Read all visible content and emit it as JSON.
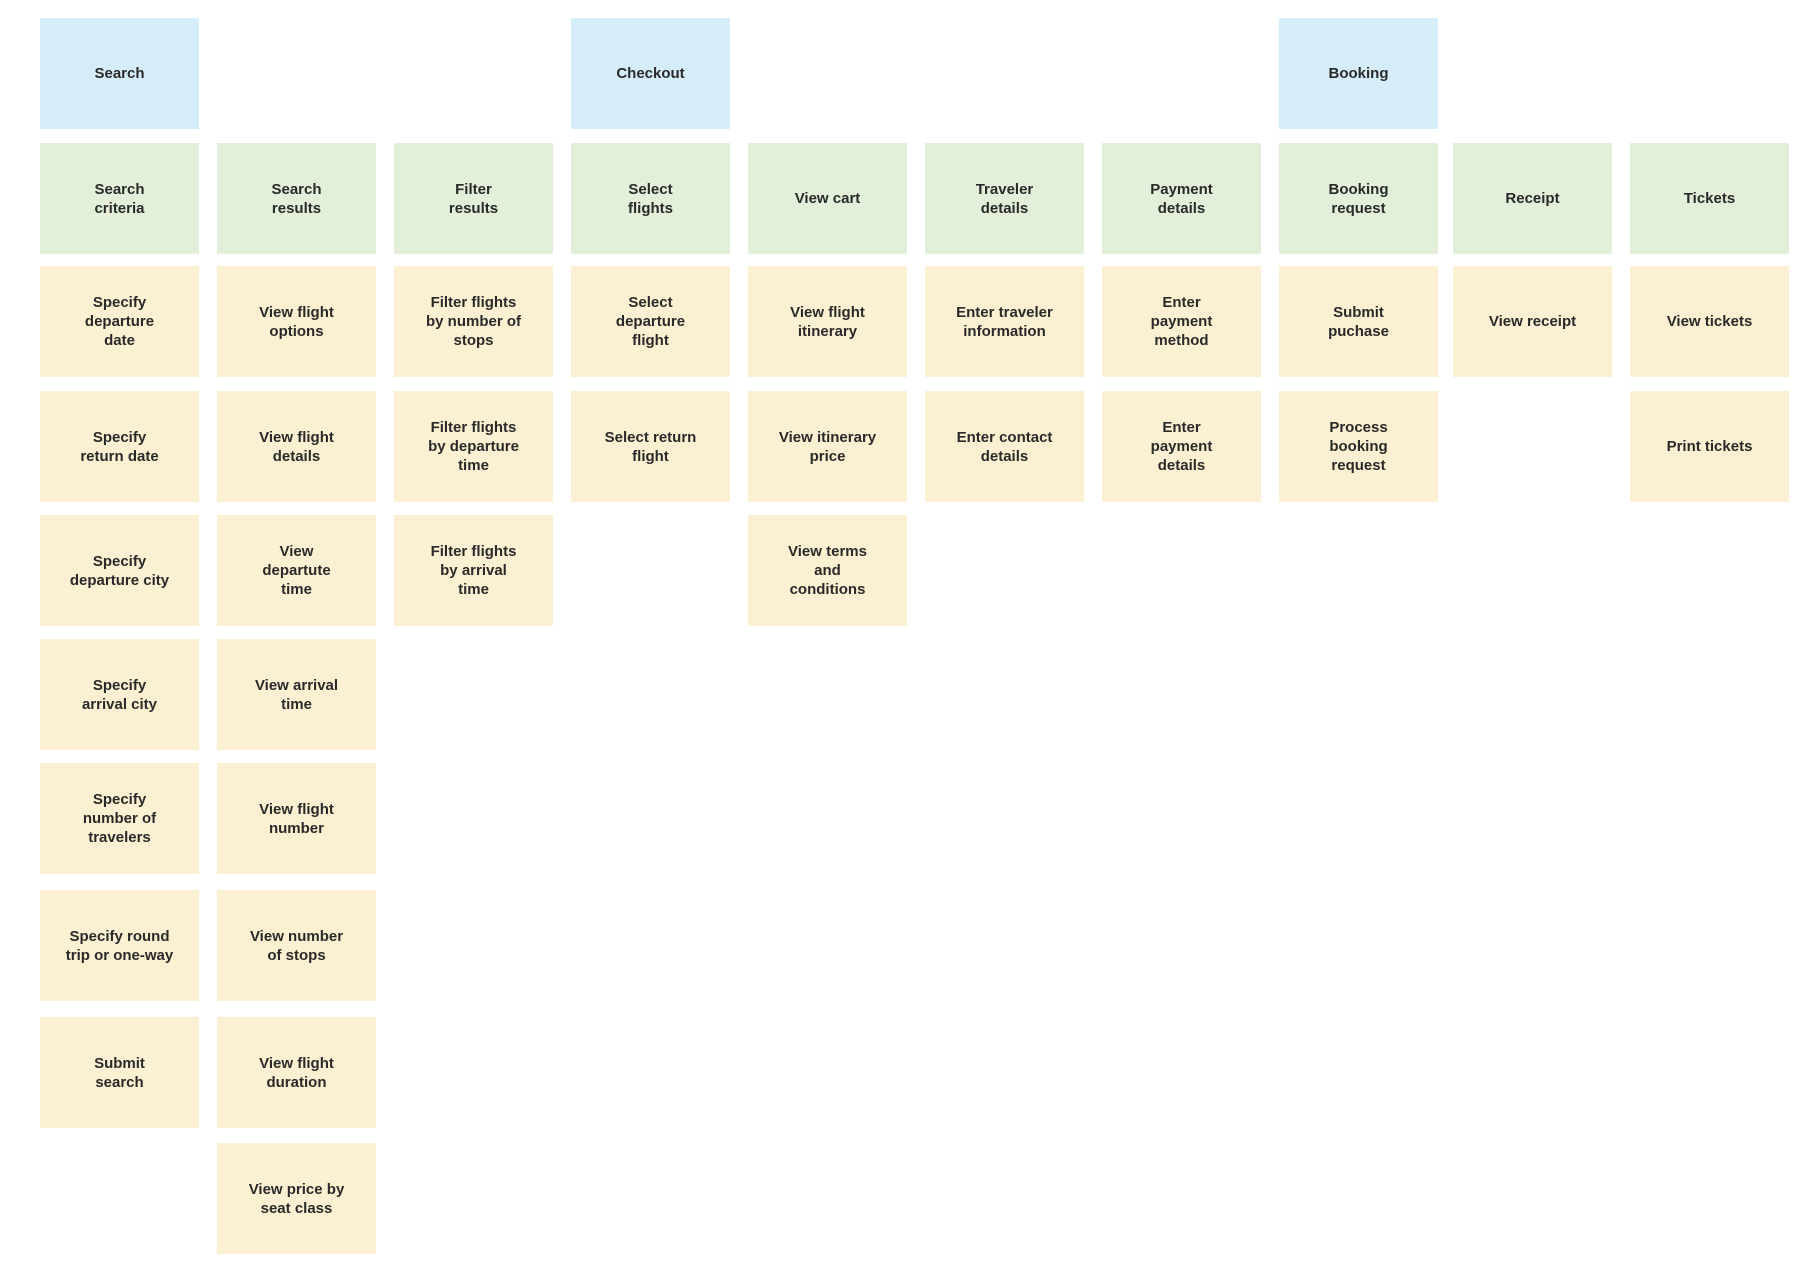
{
  "colors": {
    "activity": "#d5edf8",
    "step": "#e2efd9",
    "story": "#fbf0d1",
    "text": "#2a2a2a"
  },
  "activities": [
    {
      "label": "Search",
      "col": 0
    },
    {
      "label": "Checkout",
      "col": 3
    },
    {
      "label": "Booking",
      "col": 7
    }
  ],
  "columns": [
    {
      "step": "Search\ncriteria",
      "stories": [
        "Specify\ndeparture\ndate",
        "Specify\nreturn date",
        "Specify\ndeparture city",
        "Specify\narrival city",
        "Specify\nnumber of\ntravelers",
        "Specify round\ntrip or one-way",
        "Submit\nsearch"
      ]
    },
    {
      "step": "Search\nresults",
      "stories": [
        "View flight\noptions",
        "View flight\ndetails",
        "View\ndepartute\ntime",
        "View arrival\ntime",
        "View flight\nnumber",
        "View number\nof stops",
        "View flight\nduration",
        "View price by\nseat class"
      ]
    },
    {
      "step": "Filter\nresults",
      "stories": [
        "Filter flights\nby number of\nstops",
        "Filter flights\nby departure\ntime",
        "Filter flights\nby arrival\ntime"
      ]
    },
    {
      "step": "Select\nflights",
      "stories": [
        "Select\ndeparture\nflight",
        "Select return\nflight"
      ]
    },
    {
      "step": "View cart",
      "stories": [
        "View flight\nitinerary",
        "View itinerary\nprice",
        "View terms\nand\nconditions"
      ]
    },
    {
      "step": "Traveler\ndetails",
      "stories": [
        "Enter traveler\ninformation",
        "Enter contact\ndetails"
      ]
    },
    {
      "step": "Payment\ndetails",
      "stories": [
        "Enter\npayment\nmethod",
        "Enter\npayment\ndetails"
      ]
    },
    {
      "step": "Booking\nrequest",
      "stories": [
        "Submit\npuchase",
        "Process\nbooking\nrequest"
      ]
    },
    {
      "step": "Receipt",
      "stories": [
        "View receipt"
      ]
    },
    {
      "step": "Tickets",
      "stories": [
        "View tickets",
        "Print tickets"
      ]
    }
  ]
}
